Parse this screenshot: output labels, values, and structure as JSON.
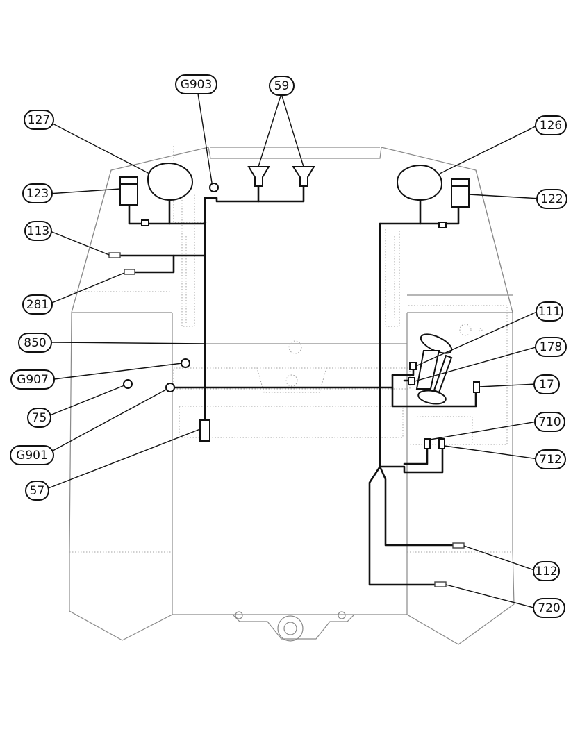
{
  "callouts": {
    "G903": "G903",
    "59": "59",
    "127": "127",
    "126": "126",
    "123": "123",
    "122": "122",
    "113": "113",
    "281": "281",
    "850": "850",
    "G907": "G907",
    "75": "75",
    "G901": "G901",
    "57": "57",
    "111": "111",
    "178": "178",
    "17": "17",
    "710": "710",
    "712": "712",
    "112": "112",
    "720": "720"
  }
}
